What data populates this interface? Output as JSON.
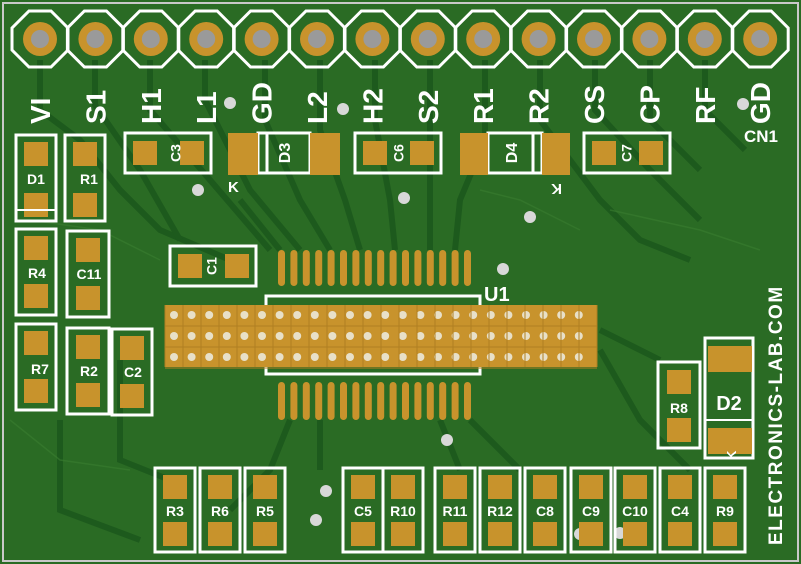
{
  "colors": {
    "board": "#2a6b24",
    "trace": "#1d5a1d",
    "pad": "#c8932c",
    "silkscreen": "#ffffff",
    "hole": "#9a9a9a",
    "border": "#c9c9c9"
  },
  "connector": {
    "name": "CN1",
    "pins": [
      "VI",
      "S1",
      "H1",
      "L1",
      "GD",
      "L2",
      "H2",
      "S2",
      "R1",
      "R2",
      "CS",
      "CP",
      "RF",
      "GD"
    ]
  },
  "chip": {
    "name": "U1"
  },
  "diode_marks": {
    "d3": "K",
    "d4": "K",
    "d2": "K"
  },
  "brand": "ELECTRONICS-LAB.COM",
  "components": {
    "c3": "C3",
    "d3": "D3",
    "c6": "C6",
    "d4": "D4",
    "c7": "C7",
    "d1": "D1",
    "r1": "R1",
    "r4": "R4",
    "c11": "C11",
    "c1": "C1",
    "r7": "R7",
    "r2": "R2",
    "c2": "C2",
    "r8": "R8",
    "d2": "D2",
    "r3": "R3",
    "r6": "R6",
    "r5": "R5",
    "c5": "C5",
    "r10": "R10",
    "r11": "R11",
    "r12": "R12",
    "c8": "C8",
    "c9": "C9",
    "c10": "C10",
    "c4": "C4",
    "r9": "R9"
  }
}
